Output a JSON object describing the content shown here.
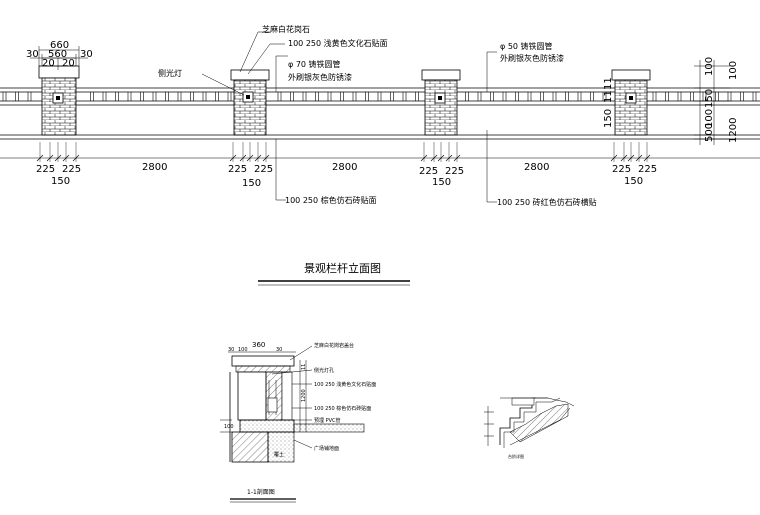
{
  "elevation": {
    "top_dims": {
      "overall": "660",
      "cap_inner": "560",
      "side_left": "30",
      "side_right": "30",
      "inset_left": "20",
      "inset_right": "20"
    },
    "annotations": {
      "sesame_stone": "芝麻白花岗石",
      "culture_stone": "100  250    浅黄色文化石贴面",
      "pipe70": "φ 70  铸铁圆管",
      "paint1": "外刷银灰色防锈漆",
      "side_light": "侧光灯",
      "pipe50": "φ 50  铸铁圆管",
      "paint2": "外刷银灰色防锈漆",
      "brown_brick": "100  250      棕色仿石砖贴面",
      "red_brick": "100  250      砖红色仿石砖横贴"
    },
    "bottom_dims": {
      "pier": [
        "225",
        "225"
      ],
      "pier_center": "150",
      "spans": [
        "2800",
        "2800",
        "2800"
      ]
    },
    "right_dims": [
      "100",
      "150",
      "100",
      "500",
      "1200",
      "11",
      "11",
      "150"
    ],
    "title": "景观栏杆立面图"
  },
  "section": {
    "top_dims": [
      "30",
      "100",
      "360",
      "30"
    ],
    "left_dim": "100",
    "labels": [
      "芝麻白花岗岩盖台",
      "侧光灯孔",
      "100  250    浅黄色文化石贴面",
      "100  250    棕色仿石砖贴面",
      "预埋    PVC管",
      "广场铺地面"
    ],
    "right_dims": [
      "1200",
      "11"
    ],
    "ground_label": "覆土",
    "title": "1-1剖面图"
  },
  "detail": {
    "caption": "台阶详图"
  }
}
